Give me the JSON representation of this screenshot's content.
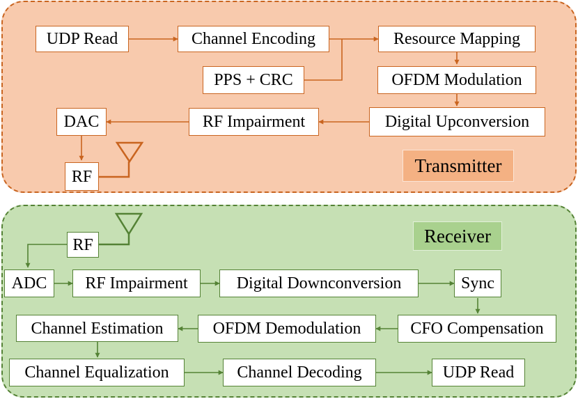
{
  "transmitter": {
    "label": "Transmitter",
    "blocks": {
      "udp_read": "UDP Read",
      "channel_encoding": "Channel Encoding",
      "resource_mapping": "Resource Mapping",
      "pps_crc": "PPS + CRC",
      "ofdm_modulation": "OFDM Modulation",
      "digital_upconversion": "Digital Upconversion",
      "rf_impairment": "RF Impairment",
      "dac": "DAC",
      "rf": "RF"
    }
  },
  "receiver": {
    "label": "Receiver",
    "blocks": {
      "rf": "RF",
      "adc": "ADC",
      "rf_impairment": "RF Impairment",
      "digital_downconversion": "Digital Downconversion",
      "sync": "Sync",
      "cfo_compensation": "CFO Compensation",
      "ofdm_demodulation": "OFDM Demodulation",
      "channel_estimation": "Channel Estimation",
      "channel_equalization": "Channel Equalization",
      "channel_decoding": "Channel Decoding",
      "udp_read": "UDP Read"
    }
  },
  "colors": {
    "tx_fill": "#f8caad",
    "tx_stroke": "#c9641f",
    "tx_label_fill": "#f4b183",
    "rx_fill": "#c6e0b4",
    "rx_stroke": "#548235",
    "rx_label_fill": "#a9d18e"
  }
}
